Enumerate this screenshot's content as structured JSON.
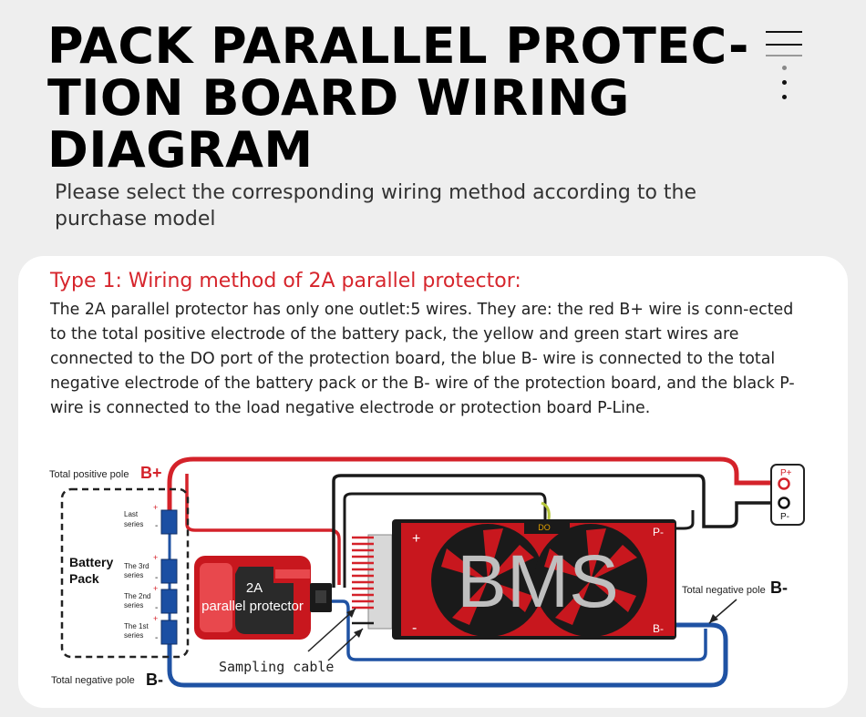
{
  "header": {
    "title_lines": [
      "PACK PARALLEL PROTEC-",
      "TION BOARD WIRING",
      "DIAGRAM"
    ],
    "subtitle": "Please select the corresponding wiring method according to the purchase model",
    "menu_icon": "hamburger-menu-icon"
  },
  "section": {
    "heading": "Type 1: Wiring method of 2A parallel protector:",
    "description": "The 2A parallel protector has only one outlet:5 wires. They are: the red B+ wire is conn-ected to the total positive electrode of the battery pack, the yellow and green start wires are connected to the DO port of the protection board, the blue B- wire is connected to the total negative electrode of the battery pack or the B- wire of the protection board, and the black P- wire is connected to the load negative electrode or protection board P-Line."
  },
  "diagram": {
    "total_positive_pole": "Total positive pole",
    "b_plus": "B+",
    "total_negative_pole_left": "Total negative pole",
    "b_minus_left": "B-",
    "battery_pack_line1": "Battery",
    "battery_pack_line2": "Pack",
    "cell_last_1": "Last",
    "cell_last_2": "series",
    "cell_3rd_1": "The 3rd",
    "cell_3rd_2": "series",
    "cell_2nd_1": "The 2nd",
    "cell_2nd_2": "series",
    "cell_1st_1": "The 1st",
    "cell_1st_2": "series",
    "plus_sign": "+",
    "minus_sign": "-",
    "protector_2a": "2A",
    "protector_name": "parallel protector",
    "sampling_cable": "Sampling cable",
    "bms_label": "BMS",
    "do_label": "DO",
    "bms_p_minus": "P-",
    "bms_b_minus": "B-",
    "bms_plus": "+",
    "bms_minus": "-",
    "out_p_plus": "P+",
    "out_p_minus": "P-",
    "total_negative_pole_right": "Total negative pole",
    "b_minus_right": "B-",
    "colors": {
      "red_wire": "#d4222a",
      "blue_wire": "#1f52a3",
      "black_wire": "#1a1a1a",
      "yellow_green_wire": "#b6c63a",
      "cell_blue": "#1b4fa3",
      "bms_red": "#c8171e",
      "heading_red": "#d6252c"
    }
  }
}
